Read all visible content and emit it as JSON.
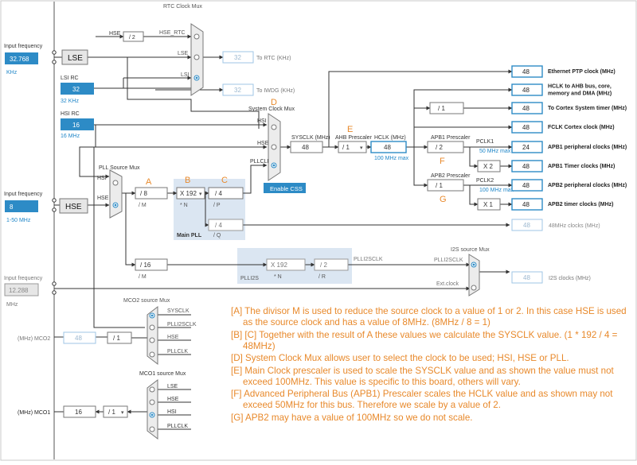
{
  "left": {
    "input_frequency_label": "Input frequency",
    "lse_freq": "32.768",
    "lse_unit": "KHz",
    "lse": "LSE",
    "lsi_rc": "LSI RC",
    "lsi_val": "32",
    "lsi_unit": "32 KHz",
    "hsi_rc": "HSI RC",
    "hsi_val": "16",
    "hsi_unit": "16 MHz",
    "hse_freq": "8",
    "hse_range": "1-50 MHz",
    "hse": "HSE",
    "ext_freq": "12.288",
    "ext_unit": "MHz"
  },
  "rtc": {
    "title": "RTC Clock Mux",
    "hse_label": "HSE",
    "div_label": "/ 2",
    "hse_rtc": "HSE_RTC",
    "lse_label": "LSE",
    "lsi_label": "LSI",
    "rtc_val": "32",
    "to_rtc": "To RTC (KHz)",
    "iwdg_val": "32",
    "to_iwdg": "To IWDG (KHz)"
  },
  "pll": {
    "src_title": "PLL Source Mux",
    "hsi": "HSI",
    "hse": "HSE",
    "m_div": "/ 8",
    "m_label": "/ M",
    "n_mul": "X 192",
    "n_label": "* N",
    "p_div": "/ 4",
    "p_label": "/ P",
    "q_div": "/ 4",
    "q_label": "/ Q",
    "main_label": "Main PLL",
    "q_out_val": "48",
    "q_out_label": "48MHz clocks (MHz)",
    "i2s_m_div": "/ 16",
    "i2s_m_label": "/ M",
    "i2s_n_mul": "X 192",
    "i2s_n_label": "* N",
    "i2s_r_div": "/ 2",
    "i2s_r_label": "/ R",
    "plli2s_label": "PLLI2S",
    "plli2sclk": "PLLI2SCLK"
  },
  "sys": {
    "mux_title": "System Clock Mux",
    "hsi": "HSI",
    "hse": "HSE",
    "pllclk": "PLLCLK",
    "enable_css": "Enable CSS",
    "sysclk_label": "SYSCLK (MHz)",
    "sysclk_val": "48",
    "ahb_label": "AHB Prescaler",
    "ahb_val": "/ 1",
    "hclk_label": "HCLK (MHz)",
    "hclk_val": "48",
    "hclk_max": "100 MHz max"
  },
  "apb": {
    "apb1_label": "APB1 Prescaler",
    "apb1_val": "/ 2",
    "pclk1": "PCLK1",
    "pclk1_max": "50 MHz max",
    "x2": "X 2",
    "apb2_label": "APB2 Prescaler",
    "apb2_val": "/ 1",
    "pclk2": "PCLK2",
    "pclk2_max": "100 MHz max",
    "x1": "X 1",
    "cortex_div": "/ 1"
  },
  "outputs": [
    {
      "val": "48",
      "label": "Ethernet PTP clock (MHz)"
    },
    {
      "val": "48",
      "label": "HCLK to AHB bus, core,\nmemory and DMA (MHz)"
    },
    {
      "val": "48",
      "label": "To Cortex System timer (MHz)"
    },
    {
      "val": "48",
      "label": "FCLK Cortex clock (MHz)"
    },
    {
      "val": "24",
      "label": "APB1 peripheral clocks (MHz)"
    },
    {
      "val": "48",
      "label": "APB1 Timer clocks (MHz)"
    },
    {
      "val": "48",
      "label": "APB2 peripheral clocks (MHz)"
    },
    {
      "val": "48",
      "label": "APB2 timer clocks (MHz)"
    }
  ],
  "i2s": {
    "mux_title": "I2S source Mux",
    "plli2sclk": "PLLI2SCLK",
    "ext_clock": "Ext.clock",
    "out_val": "48",
    "out_label": "I2S clocks (MHz)"
  },
  "mco2": {
    "title": "MCO2 source Mux",
    "inputs": [
      "SYSCLK",
      "PLLI2SCLK",
      "HSE",
      "PLLCLK"
    ],
    "div": "/ 1",
    "val": "48",
    "label": "(MHz) MCO2"
  },
  "mco1": {
    "title": "MCO1 source Mux",
    "inputs": [
      "LSE",
      "HSE",
      "HSI",
      "PLLCLK"
    ],
    "div": "/ 1",
    "val": "16",
    "label": "(MHz) MCO1"
  },
  "letters": [
    "A",
    "B",
    "C",
    "D",
    "E",
    "F",
    "G"
  ],
  "notes": [
    "[A] The divisor M is used to reduce the source clock to a value of 1 or 2.  In this case HSE is used as the source clock and has a value of 8MHz. (8MHz / 8 = 1)",
    "[B] [C] Together with the result of A these values we calculate the SYSCLK value.  (1 * 192 / 4 = 48MHz)",
    "[D] System Clock Mux allows user to select the clock to be used; HSI, HSE or PLL.",
    "[E] Main Clock prescaler is used to scale the SYSCLK value and as shown the value must not exceed 100MHz.  This value is specific to this board, others will vary.",
    "[F] Advanced Peripheral Bus (APB1) Prescaler scales the HCLK value and as shown may not exceed 50MHz for this bus.  Therefore we scale by a value of 2.",
    "[G] APB2 may have a value of 100MHz so we do not scale."
  ]
}
